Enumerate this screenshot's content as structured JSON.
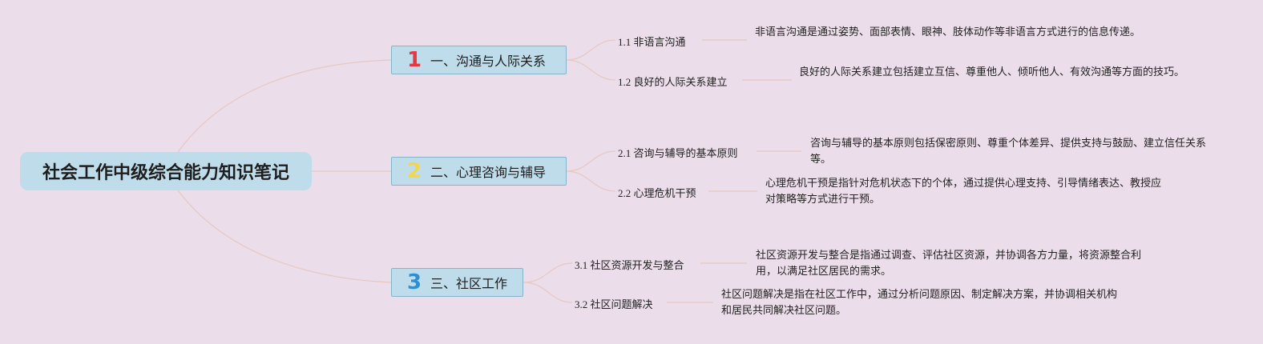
{
  "root": {
    "title": "社会工作中级综合能力知识笔记"
  },
  "colors": {
    "background": "#ebdde9",
    "node_fill": "#bfdcea",
    "node_border": "#86b3c8",
    "connector": "#e6c8c2"
  },
  "topics": [
    {
      "number": "1",
      "number_color": "#e8373f",
      "title": "一、沟通与人际关系",
      "subs": [
        {
          "label": "1.1 非语言沟通",
          "desc": "非语言沟通是通过姿势、面部表情、眼神、肢体动作等非语言方式进行的信息传递。"
        },
        {
          "label": "1.2 良好的人际关系建立",
          "desc": "良好的人际关系建立包括建立互信、尊重他人、倾听他人、有效沟通等方面的技巧。"
        }
      ]
    },
    {
      "number": "2",
      "number_color": "#f2d64b",
      "title": "二、心理咨询与辅导",
      "subs": [
        {
          "label": "2.1 咨询与辅导的基本原则",
          "desc": "咨询与辅导的基本原则包括保密原则、尊重个体差异、提供支持与鼓励、建立信任关系等。"
        },
        {
          "label": "2.2 心理危机干预",
          "desc": "心理危机干预是指针对危机状态下的个体，通过提供心理支持、引导情绪表达、教授应对策略等方式进行干预。"
        }
      ]
    },
    {
      "number": "3",
      "number_color": "#2e8fd3",
      "title": "三、社区工作",
      "subs": [
        {
          "label": "3.1 社区资源开发与整合",
          "desc": "社区资源开发与整合是指通过调查、评估社区资源，并协调各方力量，将资源整合利用，以满足社区居民的需求。"
        },
        {
          "label": "3.2 社区问题解决",
          "desc": "社区问题解决是指在社区工作中，通过分析问题原因、制定解决方案，并协调相关机构和居民共同解决社区问题。"
        }
      ]
    }
  ]
}
